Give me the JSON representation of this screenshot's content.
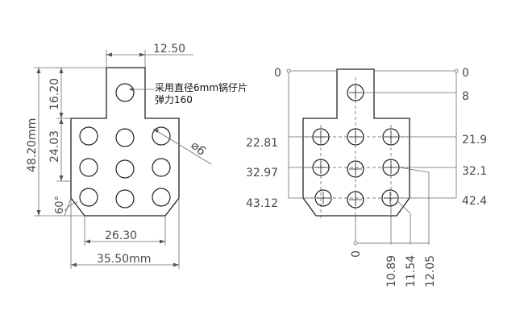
{
  "left_view": {
    "dim_top": "12.50",
    "dim_overall_height": "48.20mm",
    "dim_tab_height": "16.20",
    "dim_grid_height": "24.03",
    "dim_angle": "60°",
    "dim_bottom_inner": "26.30",
    "dim_bottom_outer": "35.50mm",
    "dim_hole_dia": "⌀6",
    "note_line1": "采用直径6mm锅仔片",
    "note_line2": "弹力160"
  },
  "right_view": {
    "y_left_labels": [
      "0",
      "22.81",
      "32.97",
      "43.12"
    ],
    "y_right_labels": [
      "0",
      "8",
      "21.9",
      "32.1",
      "42.4"
    ],
    "x_bottom_labels": [
      "0",
      "10.89",
      "11.54",
      "12.05"
    ]
  }
}
